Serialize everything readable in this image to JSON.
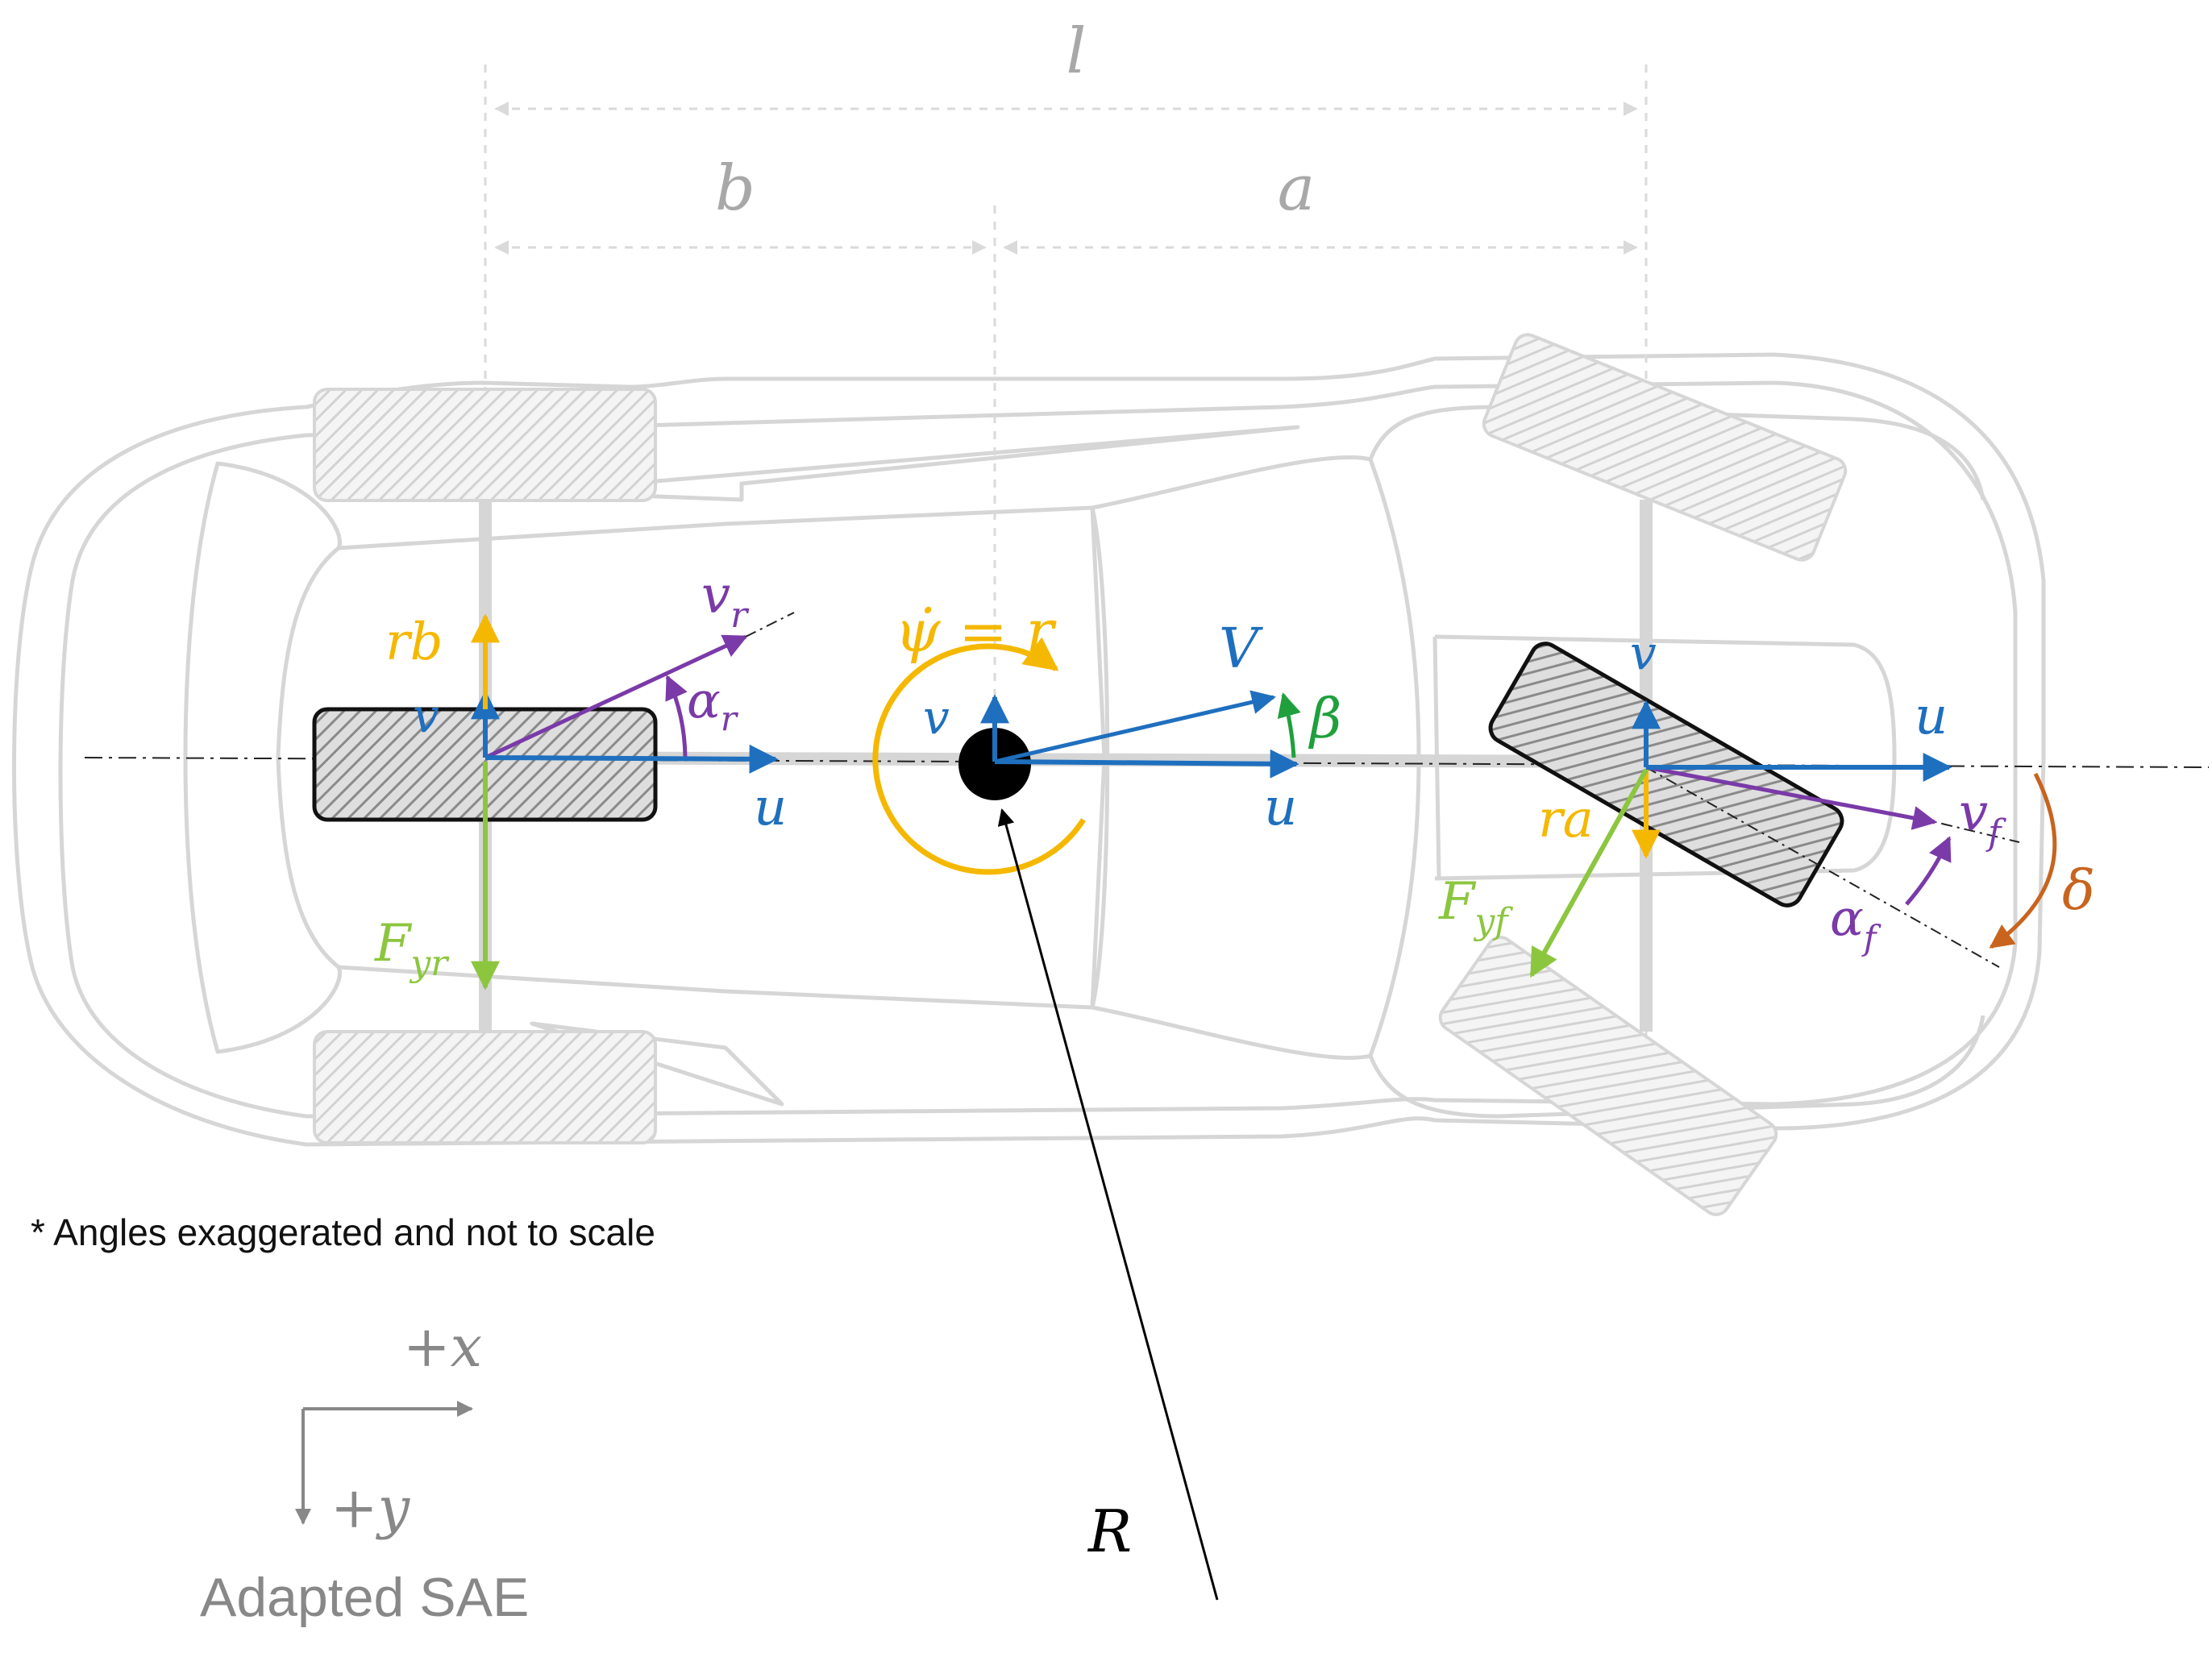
{
  "dimensions": {
    "l": "l",
    "b": "b",
    "a": "a"
  },
  "rear": {
    "v": "v",
    "rb": "rb",
    "u": "u",
    "v_r_main": "v",
    "v_r_sub": "r",
    "alpha_r_main": "α",
    "alpha_r_sub": "r",
    "F_main": "F",
    "F_sub": "yr"
  },
  "cg": {
    "yaw_rate": "ψ̇ = r",
    "v": "v",
    "u": "u",
    "V": "V",
    "beta": "β"
  },
  "front": {
    "v": "v",
    "u": "u",
    "ra": "ra",
    "v_f_main": "v",
    "v_f_sub": "f",
    "alpha_f_main": "α",
    "alpha_f_sub": "f",
    "F_main": "F",
    "F_sub": "yf",
    "delta": "δ"
  },
  "radius": "R",
  "note": "* Angles exaggerated and not to scale",
  "axes": {
    "x": "+x",
    "y": "+y",
    "convention": "Adapted SAE"
  },
  "colors": {
    "blue": "#1f6fbf",
    "yellow": "#f5b800",
    "purple": "#7a3aa8",
    "green": "#8cc63f",
    "dark_green": "#1fa03c",
    "orange": "#c8641e",
    "gray": "#a8a8a8",
    "light_gray": "#d4d4d4"
  }
}
